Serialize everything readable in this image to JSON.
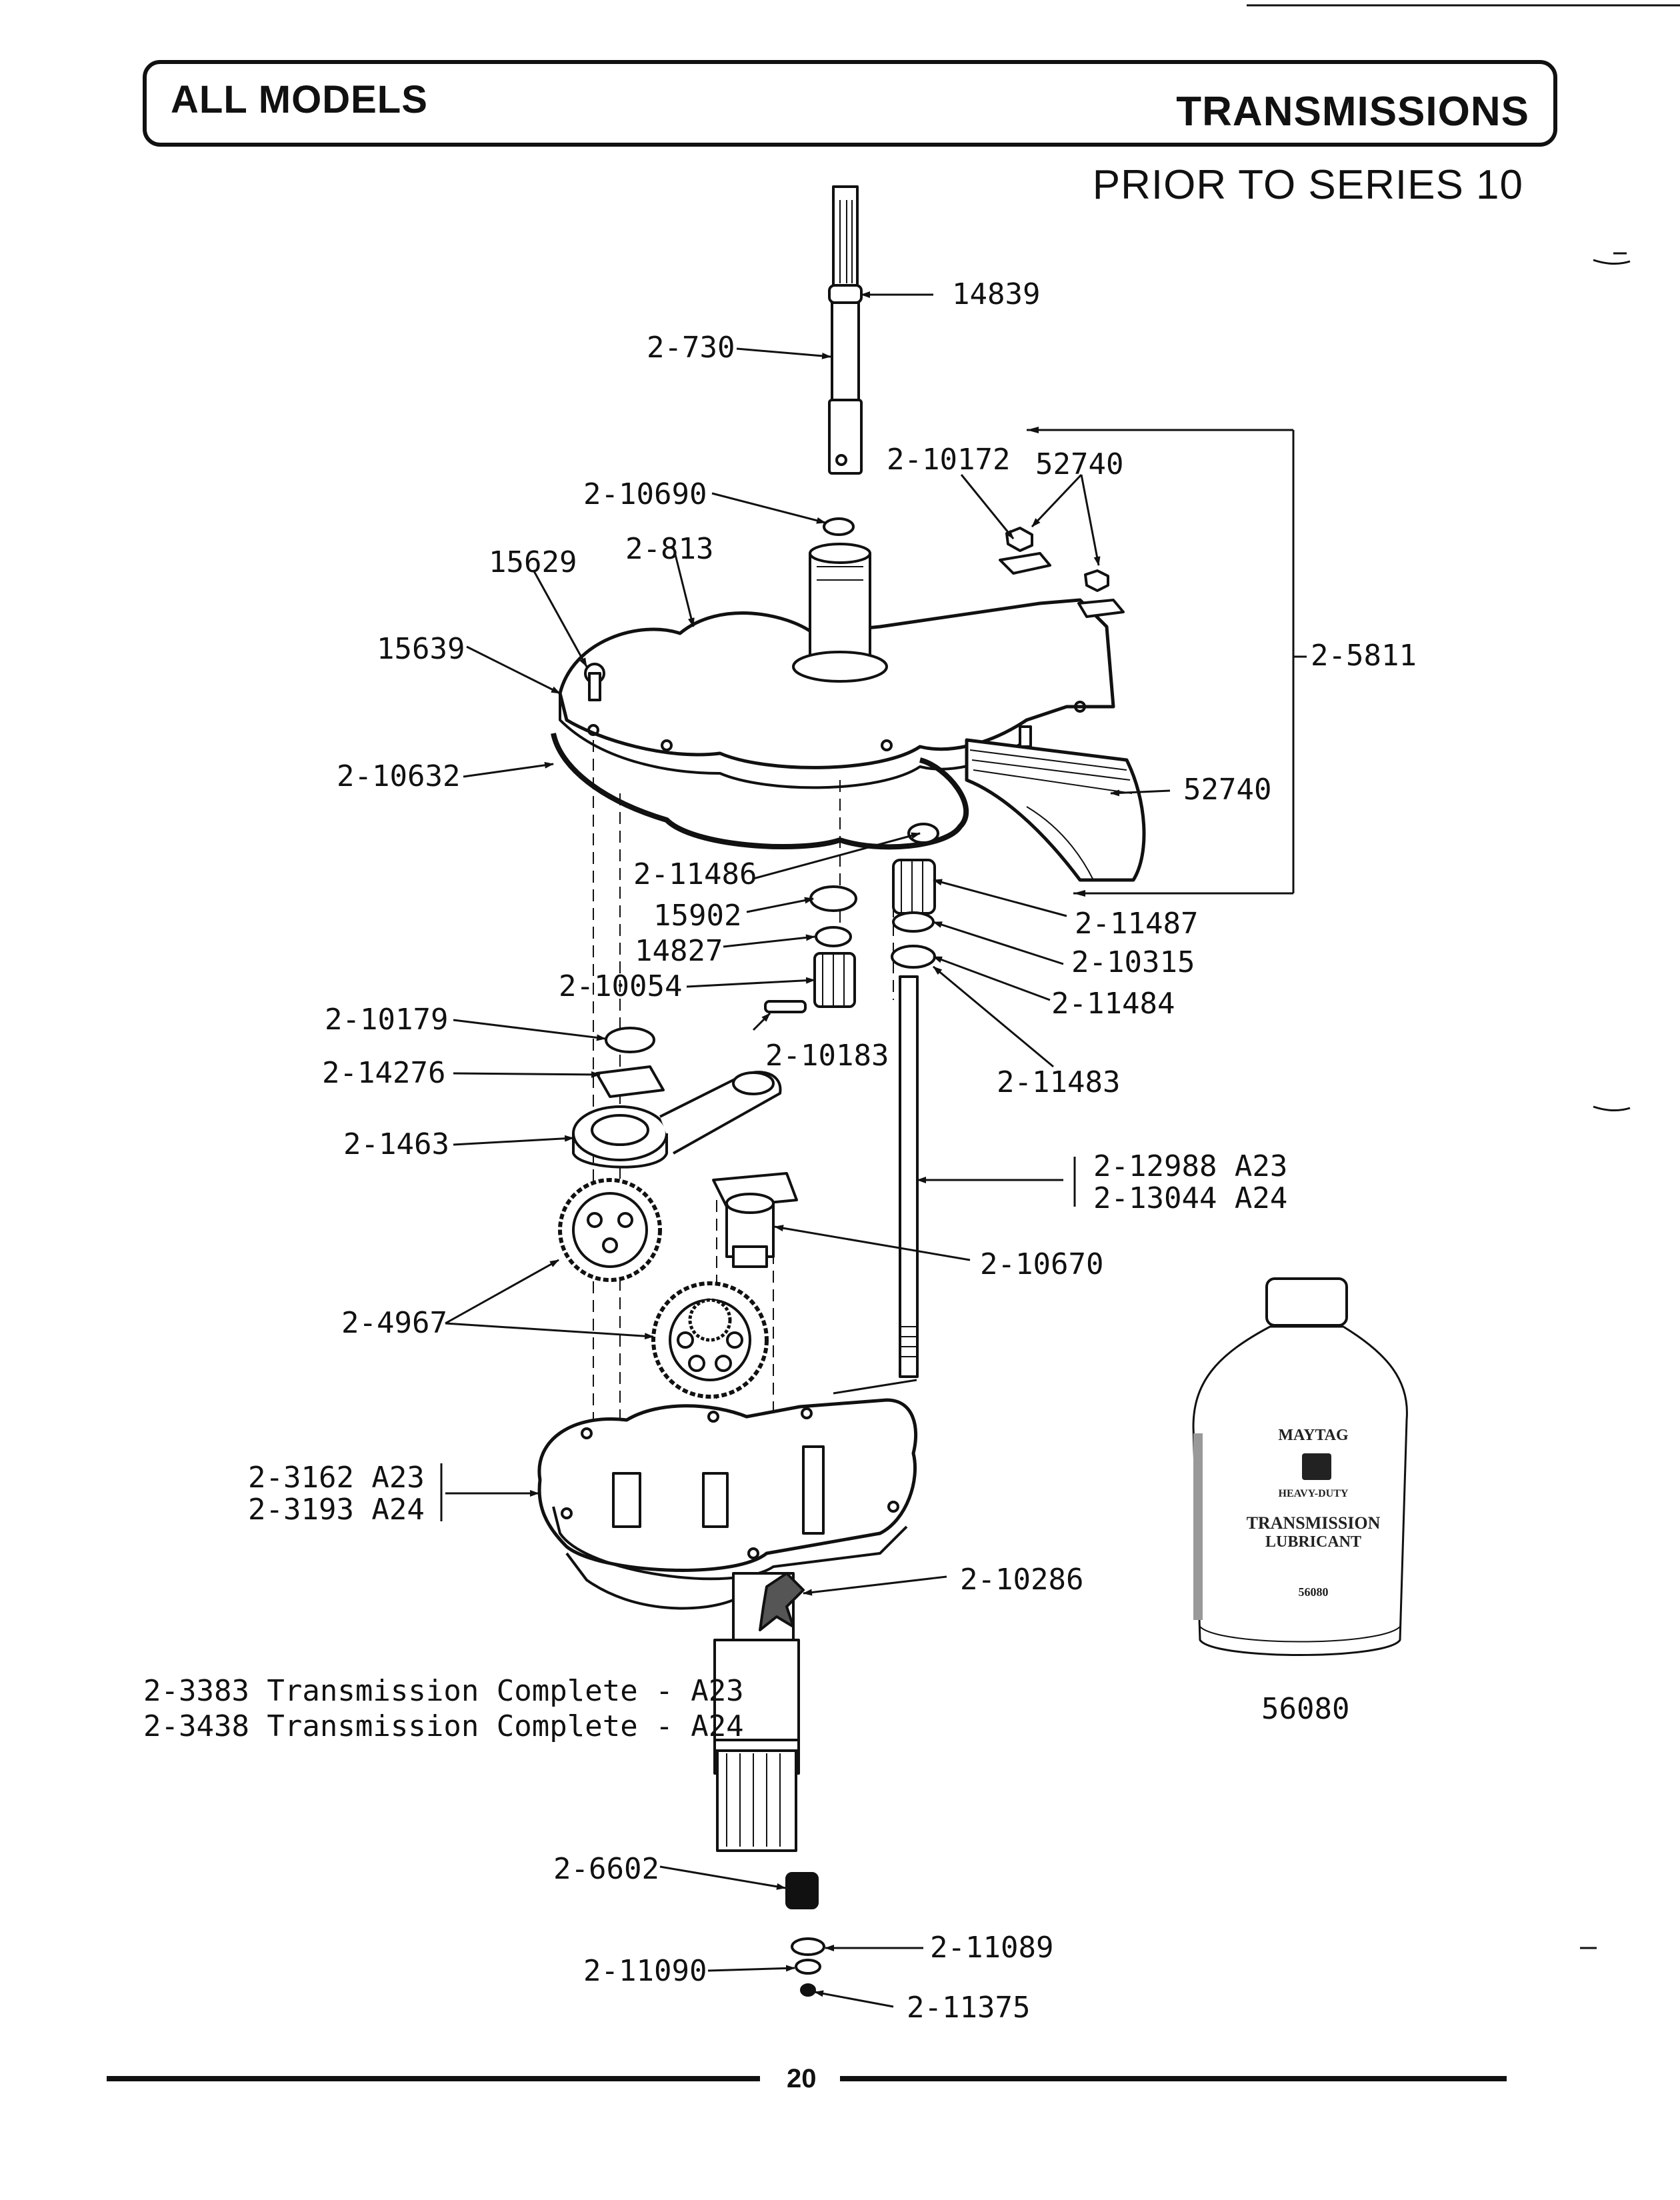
{
  "header": {
    "left": "ALL MODELS",
    "right": "TRANSMISSIONS",
    "subtitle": "PRIOR TO SERIES 10"
  },
  "labels": {
    "l14839": "14839",
    "l2_730": "2-730",
    "l2_10172": "2-10172",
    "l52740_top": "52740",
    "l2_10690": "2-10690",
    "l15629": "15629",
    "l2_813": "2-813",
    "l15639": "15639",
    "l2_5811": "2-5811",
    "l2_10632": "2-10632",
    "l52740_side": "52740",
    "l2_11486": "2-11486",
    "l15902": "15902",
    "l14827": "14827",
    "l2_10054": "2-10054",
    "l2_11487": "2-11487",
    "l2_10315": "2-10315",
    "l2_11484": "2-11484",
    "l2_10179": "2-10179",
    "l2_10183": "2-10183",
    "l2_14276": "2-14276",
    "l2_11483": "2-11483",
    "l2_1463": "2-1463",
    "l2_12988": "2-12988 A23",
    "l2_13044": "2-13044 A24",
    "l2_10670": "2-10670",
    "l2_4967": "2-4967",
    "l2_3162": "2-3162 A23",
    "l2_3193": "2-3193 A24",
    "l2_10286": "2-10286",
    "l2_6602": "2-6602",
    "l2_11089": "2-11089",
    "l2_11090": "2-11090",
    "l2_11375": "2-11375",
    "l56080": "56080"
  },
  "notes": {
    "line1": "2-3383 Transmission Complete - A23",
    "line2": "2-3438 Transmission Complete - A24"
  },
  "bottle": {
    "brand": "MAYTAG",
    "tagline": "HEAVY-DUTY",
    "product_line1": "TRANSMISSION",
    "product_line2": "LUBRICANT",
    "part": "56080"
  },
  "footer": {
    "page": "20"
  }
}
